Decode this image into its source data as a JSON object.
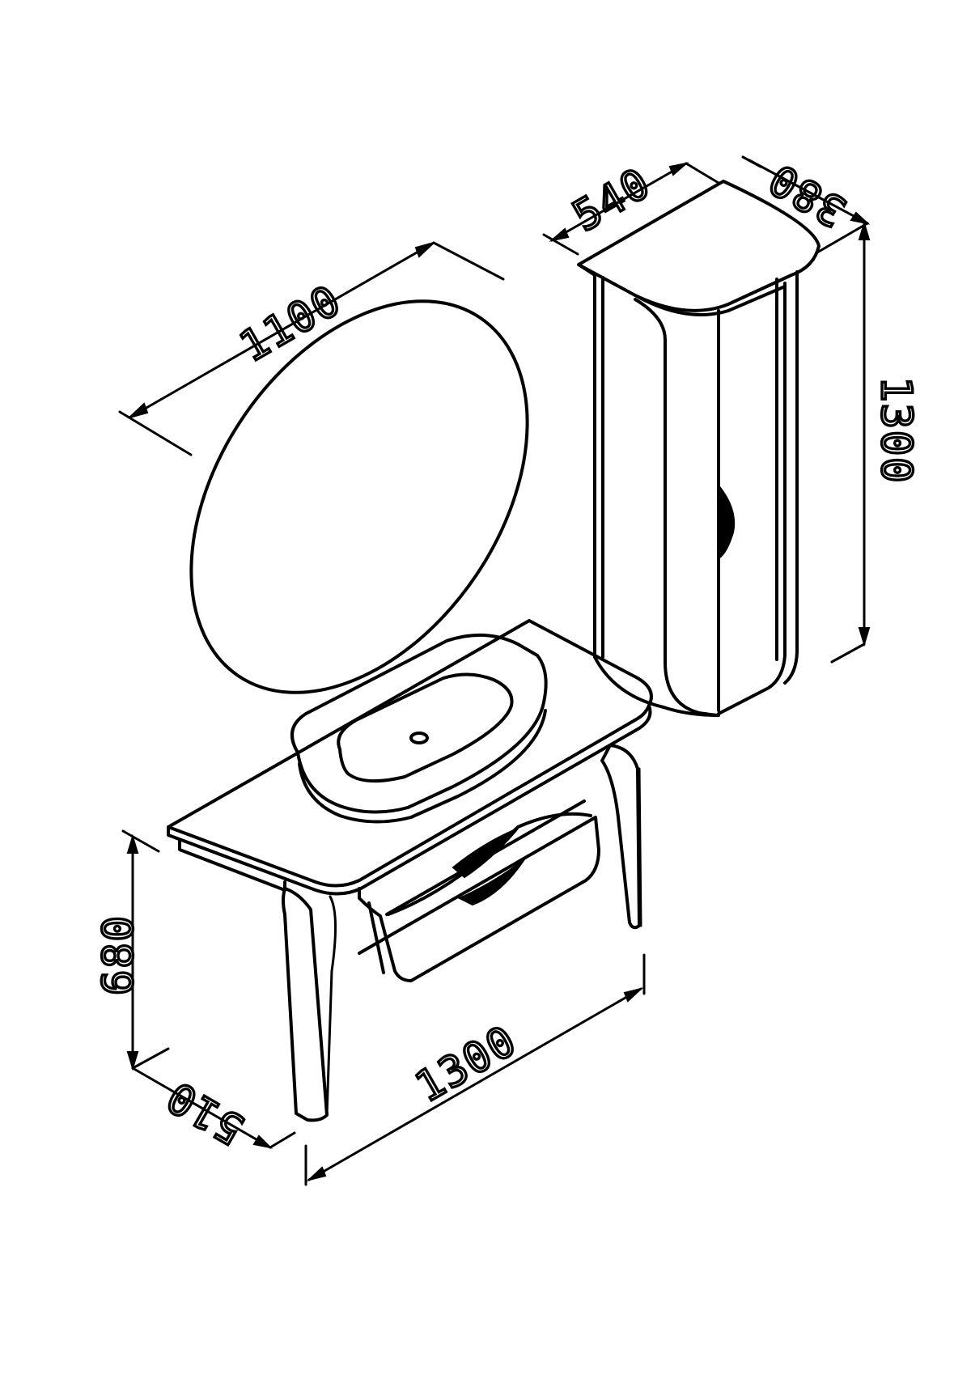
{
  "dimensions": {
    "mirror_width": "1100",
    "cabinet_width": "540",
    "cabinet_depth": "380",
    "cabinet_height": "1300",
    "vanity_height": "680",
    "vanity_depth": "510",
    "vanity_width": "1300"
  },
  "colors": {
    "ink": "#000000",
    "paper": "#ffffff"
  }
}
